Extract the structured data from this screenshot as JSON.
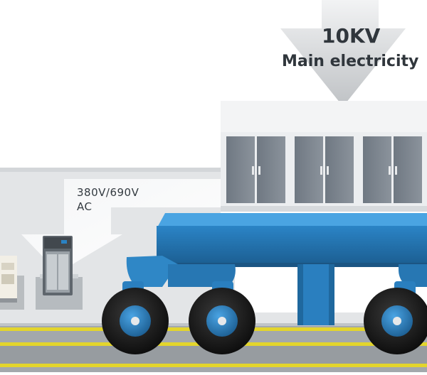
{
  "labels": {
    "main_voltage": "10KV",
    "main_source": "Main electricity",
    "secondary_voltage": "380V/690V",
    "secondary_type": "AC"
  },
  "colors": {
    "platform": "#e2e4e6",
    "arrow": "#c7c9cb",
    "gantry_blue": "#2a82c4",
    "gantry_blue_dark": "#1e5f92",
    "cabinet_door": "#7d8590",
    "track_yellow": "#e3d52c",
    "floor_track": "#9aa0a4",
    "tire": "#1a1a1a"
  },
  "icons": [
    "charger-cabinet-icon",
    "compact-unit-icon",
    "switchgear-cabinet-icon",
    "gantry-crane-icon",
    "wheel-icon"
  ]
}
